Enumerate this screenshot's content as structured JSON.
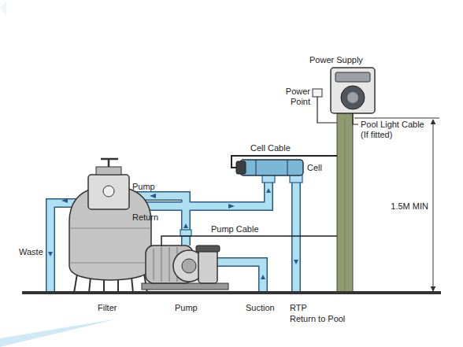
{
  "diagram": {
    "labels": [
      "Power Supply",
      "Power Point",
      "Pool Light Cable (If fitted)",
      "Cell Cable",
      "Cell",
      "Pump",
      "Return",
      "Pump Cable",
      "1.5M MIN",
      "Waste",
      "Filter",
      "Pump",
      "Suction",
      "RTP",
      "Return to Pool"
    ]
  }
}
